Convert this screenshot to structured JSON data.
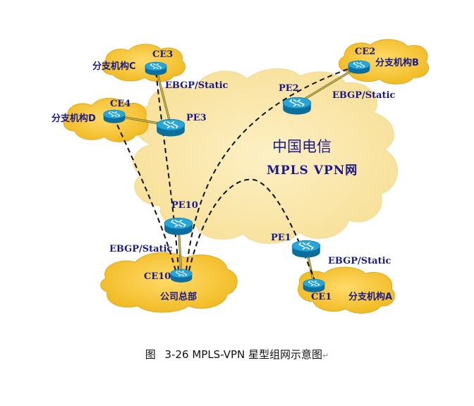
{
  "network": {
    "title": "中国电信",
    "subtitle": "MPLS VPN网"
  },
  "nodes": {
    "ce1": "CE1",
    "ce2": "CE2",
    "ce3": "CE3",
    "ce4": "CE4",
    "ce10": "CE10",
    "pe1": "PE1",
    "pe2": "PE2",
    "pe3": "PE3",
    "pe10": "PE10"
  },
  "sites": {
    "a": "分支机构A",
    "b": "分支机构B",
    "c": "分支机构C",
    "d": "分支机构D",
    "hq": "公司总部"
  },
  "links": {
    "ce3_pe3": "EBGP/Static",
    "ce2_pe2": "EBGP/Static",
    "ce10_pe10": "EBGP/Static",
    "ce1_pe1": "EBGP/Static"
  },
  "caption": {
    "prefix": "图",
    "text": "3-26 MPLS-VPN 星型组网示意图",
    "mark": "↵"
  },
  "colors": {
    "cloud_fill": "#fbe7a3",
    "site_fill": "#f6c63a",
    "site_stroke": "#d9a21c",
    "router_top": "#27a6dc",
    "router_side": "#0b6f9e",
    "text": "#1a1a8c",
    "link": "#c8a400"
  }
}
